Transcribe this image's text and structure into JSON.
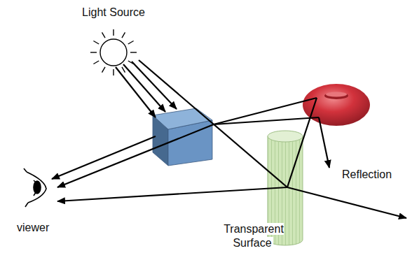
{
  "diagram": {
    "labels": [
      "Light Source",
      "viewer",
      "Reflection",
      "Transparent Surface"
    ]
  }
}
